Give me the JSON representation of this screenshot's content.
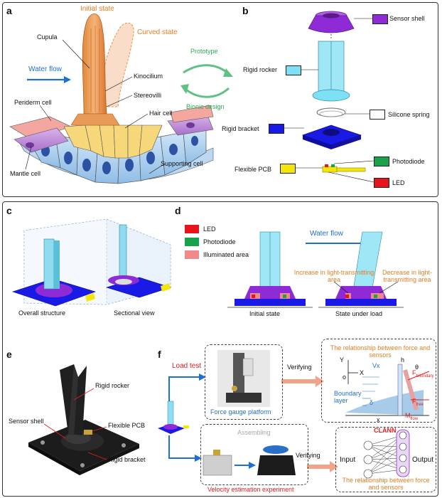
{
  "panels": {
    "a": "a",
    "b": "b",
    "c": "c",
    "d": "d",
    "e": "e",
    "f": "f"
  },
  "panel_a": {
    "initial_state": "Initial state",
    "cupula": "Cupula",
    "curved_state": "Curved state",
    "water_flow": "Water flow",
    "kinocilium": "Kinocilium",
    "stereovilli": "Stereovilli",
    "hair_cell": "Hair cell",
    "periderm_cell": "Periderm cell",
    "mantle_cell": "Mantle cell",
    "supporting_cell": "Supporting cell",
    "prototype": "Prototype",
    "bionic_design": "Bionic design"
  },
  "panel_b": {
    "sensor_shell": "Sensor shell",
    "rigid_rocker": "Rigid rocker",
    "silicone_spring": "Silicone spring",
    "rigid_bracket": "Rigid bracket",
    "flexible_pcb": "Flexible PCB",
    "photodiode": "Photodiode",
    "led": "LED"
  },
  "panel_c": {
    "overall": "Overall structure",
    "sectional": "Sectional view"
  },
  "panel_d": {
    "legend_led": "LED",
    "legend_photodiode": "Photodiode",
    "legend_illuminated": "Illuminated area",
    "water_flow": "Water flow",
    "increase": "Increase in light-transmitting area",
    "decrease": "Decrease in light-transmitting area",
    "initial_state": "Initial state",
    "state_under_load": "State under load"
  },
  "panel_e": {
    "rigid_rocker": "Rigid rocker",
    "sensor_shell": "Sensor shell",
    "flexible_pcb": "Flexible PCB",
    "rigid_bracket": "Rigid bracket"
  },
  "panel_f": {
    "load_test": "Load test",
    "force_gauge": "Force gauge platform",
    "verifying_1": "Verifying",
    "verifying_2": "Verifying",
    "relationship_1": "The relationship between force and sensors",
    "assembling": "Assembling",
    "velocity_exp": "Velocity estimation experiment",
    "clann": "CLANN",
    "input": "Input",
    "output": "Output",
    "relationship_2": "The relationship between force and sensors",
    "axis_y": "Y",
    "axis_x": "X",
    "axis_o": "o",
    "v_x": "Vx",
    "h": "h",
    "theta": "θ",
    "delta": "δ",
    "x_small": "x",
    "boundary_layer": "Boundary layer",
    "f_boundary": "F",
    "f_boundary_sub": "boundary",
    "f_free": "F",
    "f_free_sub": "free",
    "m_flow": "M",
    "m_flow_sub": "flow"
  },
  "colors": {
    "orange": "#e67e22",
    "blue_text": "#1f6fd1",
    "green": "#2eaa55",
    "red": "#e02020",
    "led": "#e8141c",
    "photodiode": "#17a34a",
    "illuminated": "#f08a8a",
    "sensor_shell": "#8e2bd6",
    "rigid_rocker": "#7ee0f5",
    "rigid_bracket": "#1a1ae6",
    "flexible_pcb": "#f5e60a"
  }
}
